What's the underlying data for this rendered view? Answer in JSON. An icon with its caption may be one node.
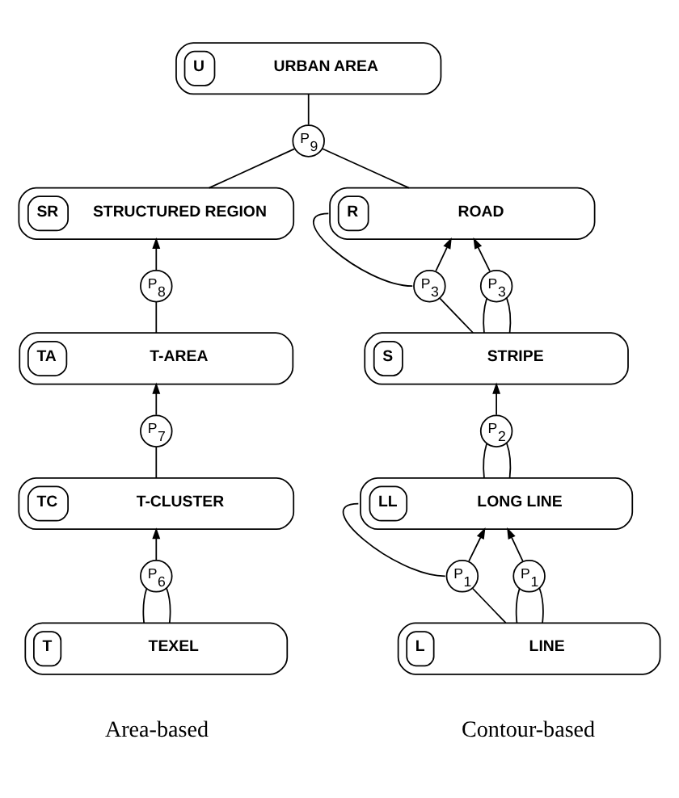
{
  "diagram": {
    "nodes": [
      {
        "text": [
          "U",
          "URBAN AREA"
        ]
      },
      {
        "text": [
          "P$_{9}$"
        ]
      },
      {
        "text": [
          "SR",
          "STRUCTURED REGION"
        ]
      },
      {
        "text": [
          "R",
          "ROAD"
        ]
      },
      {
        "text": [
          "P$_{8}$"
        ]
      },
      {
        "text": [
          "P$_{3}$"
        ]
      },
      {
        "text": [
          "P$_{3}$"
        ]
      },
      {
        "text": [
          "TA",
          "T-AREA"
        ]
      },
      {
        "text": [
          "S",
          "STRIPE"
        ]
      },
      {
        "text": [
          "P$_{7}$"
        ]
      },
      {
        "text": [
          "P$_{2}$"
        ]
      },
      {
        "text": [
          "TC",
          "T-CLUSTER"
        ]
      },
      {
        "text": [
          "LL",
          "LONG LINE"
        ]
      },
      {
        "text": [
          "P$_{6}$"
        ]
      },
      {
        "text": [
          "P$_{1}$"
        ]
      },
      {
        "text": [
          "P$_{1}$"
        ]
      },
      {
        "text": [
          "T",
          "TEXEL"
        ]
      },
      {
        "text": [
          "L",
          "LINE"
        ]
      }
    ],
    "edges": [
      {
        "from": 1,
        "to": 0,
        "arrow": "none"
      },
      {
        "from": 2,
        "to": 1,
        "arrow": "none"
      },
      {
        "from": 3,
        "to": 1,
        "arrow": "none"
      },
      {
        "from": 4,
        "to": 2,
        "arrow": "to"
      },
      {
        "from": 5,
        "to": 3,
        "arrow": "to"
      },
      {
        "from": 6,
        "to": 3,
        "arrow": "to"
      },
      {
        "from": 3,
        "to": 5,
        "arrow": "none"
      },
      {
        "from": 7,
        "to": 4,
        "arrow": "none"
      },
      {
        "from": 8,
        "to": 5,
        "arrow": "none"
      },
      {
        "from": 8,
        "to": 6,
        "arrow": "none"
      },
      {
        "from": 8,
        "to": 6,
        "arrow": "none"
      },
      {
        "from": 9,
        "to": 7,
        "arrow": "to"
      },
      {
        "from": 10,
        "to": 8,
        "arrow": "to"
      },
      {
        "from": 11,
        "to": 9,
        "arrow": "none"
      },
      {
        "from": 12,
        "to": 10,
        "arrow": "none"
      },
      {
        "from": 12,
        "to": 10,
        "arrow": "none"
      },
      {
        "from": 13,
        "to": 11,
        "arrow": "to"
      },
      {
        "from": 14,
        "to": 12,
        "arrow": "to"
      },
      {
        "from": 15,
        "to": 12,
        "arrow": "to"
      },
      {
        "from": 12,
        "to": 14,
        "arrow": "none"
      },
      {
        "from": 16,
        "to": 13,
        "arrow": "none"
      },
      {
        "from": 16,
        "to": 13,
        "arrow": "none"
      },
      {
        "from": 17,
        "to": 14,
        "arrow": "none"
      },
      {
        "from": 17,
        "to": 15,
        "arrow": "none"
      },
      {
        "from": 17,
        "to": 15,
        "arrow": "none"
      }
    ],
    "labels": [
      "Area-based",
      "Contour-based"
    ]
  }
}
